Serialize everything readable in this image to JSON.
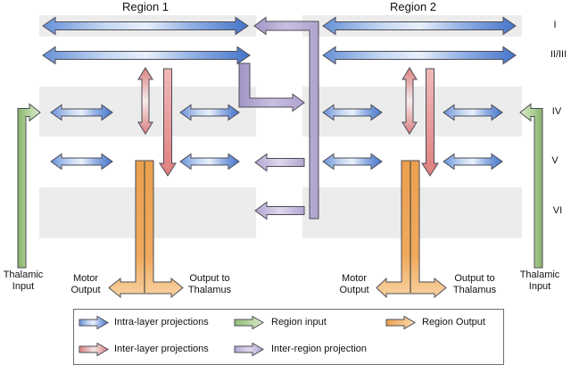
{
  "figure": {
    "region1_title": "Region 1",
    "region2_title": "Region 2",
    "layers": [
      "I",
      "II/III",
      "IV",
      "V",
      "VI"
    ],
    "thalamic_input_left": "Thalamic\nInput",
    "thalamic_input_right": "Thalamic\nInput",
    "region1_motor_output": "Motor\nOutput",
    "region1_output_to_thalamus": "Output to\nThalamus",
    "region2_motor_output": "Motor\nOutput",
    "region2_output_to_thalamus": "Output to\nThalamus"
  },
  "legend": {
    "intra_layer": "Intra-layer projections",
    "region_input": "Region input",
    "region_output": "Region Output",
    "inter_layer": "Inter-layer projections",
    "inter_region": "Inter-region projection"
  },
  "colors": {
    "intra_layer_blue": "#6790d7",
    "inter_layer_red": "#db7f7f",
    "region_input_green": "#94bd78",
    "inter_region_purple": "#b3a5d2",
    "region_output_orange": "#f0a95d",
    "layer_band_gray": "#ececec"
  }
}
